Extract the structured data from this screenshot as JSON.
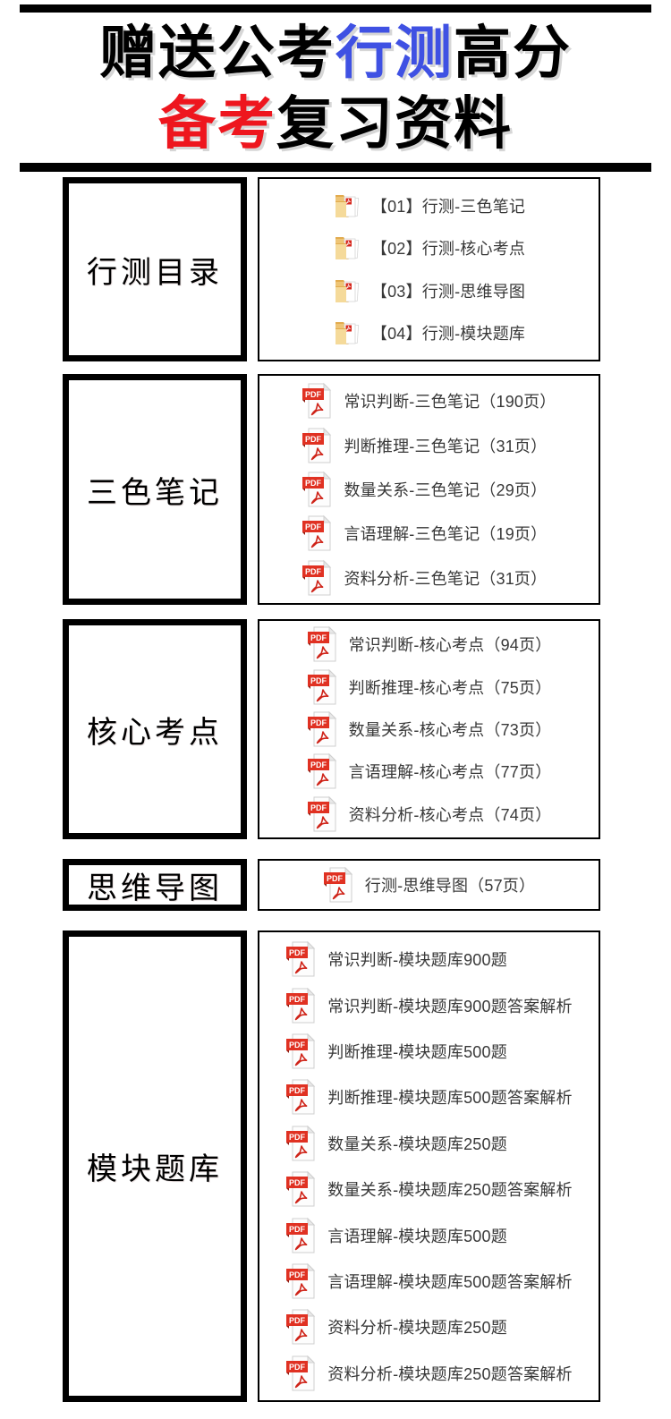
{
  "header": {
    "top_bar": true,
    "title_line1": [
      {
        "text": "赠送公考",
        "color": "#000000"
      },
      {
        "text": "行测",
        "color": "#3f51e3"
      },
      {
        "text": "高分",
        "color": "#000000"
      }
    ],
    "title_line2": [
      {
        "text": "备考",
        "color": "#ee161e"
      },
      {
        "text": "复习资料",
        "color": "#000000"
      }
    ]
  },
  "colors": {
    "accent_blue": "#3f51e3",
    "accent_red": "#ee161e",
    "pdf_red": "#e03122",
    "folder_yellow": "#eec475",
    "text_dark": "#383838",
    "border_black": "#000000"
  },
  "icons": {
    "pdf_badge": "PDF"
  },
  "sections": [
    {
      "label": "行测目录",
      "icon": "folder",
      "items": [
        {
          "label": "【01】行测-三色笔记"
        },
        {
          "label": "【02】行测-核心考点"
        },
        {
          "label": "【03】行测-思维导图"
        },
        {
          "label": "【04】行测-模块题库"
        }
      ]
    },
    {
      "label": "三色笔记",
      "icon": "pdf",
      "items": [
        {
          "label": "常识判断-三色笔记（190页）"
        },
        {
          "label": "判断推理-三色笔记（31页）"
        },
        {
          "label": "数量关系-三色笔记（29页）"
        },
        {
          "label": "言语理解-三色笔记（19页）"
        },
        {
          "label": "资料分析-三色笔记（31页）"
        }
      ]
    },
    {
      "label": "核心考点",
      "icon": "pdf",
      "items": [
        {
          "label": "常识判断-核心考点（94页）"
        },
        {
          "label": "判断推理-核心考点（75页）"
        },
        {
          "label": "数量关系-核心考点（73页）"
        },
        {
          "label": "言语理解-核心考点（77页）"
        },
        {
          "label": "资料分析-核心考点（74页）"
        }
      ]
    },
    {
      "label": "思维导图",
      "icon": "pdf",
      "items": [
        {
          "label": "行测-思维导图（57页）"
        }
      ]
    },
    {
      "label": "模块题库",
      "icon": "pdf",
      "items": [
        {
          "label": "常识判断-模块题库900题"
        },
        {
          "label": "常识判断-模块题库900题答案解析"
        },
        {
          "label": "判断推理-模块题库500题"
        },
        {
          "label": "判断推理-模块题库500题答案解析"
        },
        {
          "label": "数量关系-模块题库250题"
        },
        {
          "label": "数量关系-模块题库250题答案解析"
        },
        {
          "label": "言语理解-模块题库500题"
        },
        {
          "label": "言语理解-模块题库500题答案解析"
        },
        {
          "label": "资料分析-模块题库250题"
        },
        {
          "label": "资料分析-模块题库250题答案解析"
        }
      ]
    }
  ]
}
